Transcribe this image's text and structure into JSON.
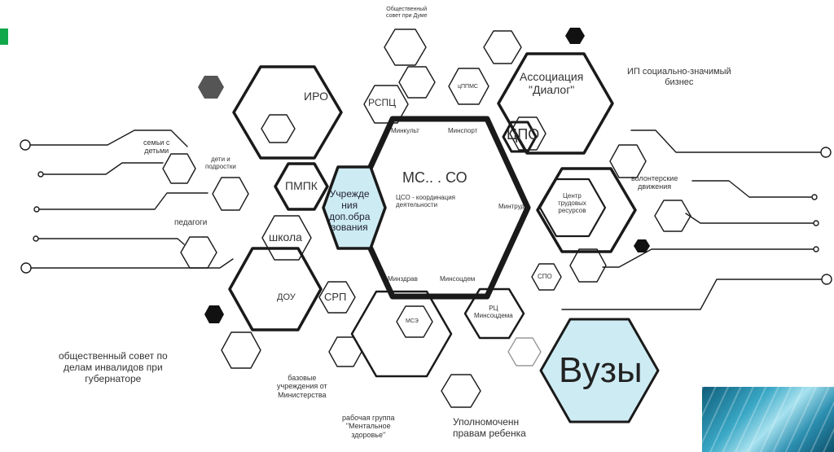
{
  "colors": {
    "stroke": "#1a1a1a",
    "accent_fill": "#cdebf3",
    "green_mark": "#10a84a",
    "dark_fill": "#111111",
    "grey_fill": "#555555"
  },
  "labels": {
    "obsh_sovet_duma": "Общественный\nсовет при Думе",
    "assotsiatsiya": "Ассоциация\n\"Диалог\"",
    "ip_biznes": "ИП социально-значимый\nбизнес",
    "iro": "ИРО",
    "rspts": "РСПЦ",
    "tspms": "цППМС",
    "tspo": "ЦПО",
    "minkult": "Минкульт",
    "minsport": "Минспорт",
    "mcso": "МС.. . СО",
    "tsso": "ЦСО - координация\nдеятельности",
    "mintrud": "Минтруд",
    "semi": "семьи с\nдетьми",
    "deti": "дети и\nподростки",
    "pmpk": "ПМПК",
    "uchrezhdeniya": "Учрежде\nния\nдоп.обра\nзования",
    "tsentr": "Центр\nтрудовых\nресурсов",
    "volonter": "волонтерские\nдвижения",
    "pedagogi": "педагоги",
    "shkola": "школа",
    "minzdrav": "Минздрав",
    "minsotsdem": "Минсоцдем",
    "spo": "СПО",
    "dou": "ДОУ",
    "srp": "СРП",
    "rts": "РЦ\nМинсоцдема",
    "mse": "МСЭ",
    "obsh_sovet_invalid": "общественный совет по\nделам инвалидов при\nгубернаторе",
    "bazovye": "базовые\nучреждения от\nМинистерства",
    "vuzy": "Вузы",
    "rabochaya": "рабочая группа\n\"Ментальное\nздоровье\"",
    "upolnom": "Уполномоченн\nправам ребенка"
  }
}
